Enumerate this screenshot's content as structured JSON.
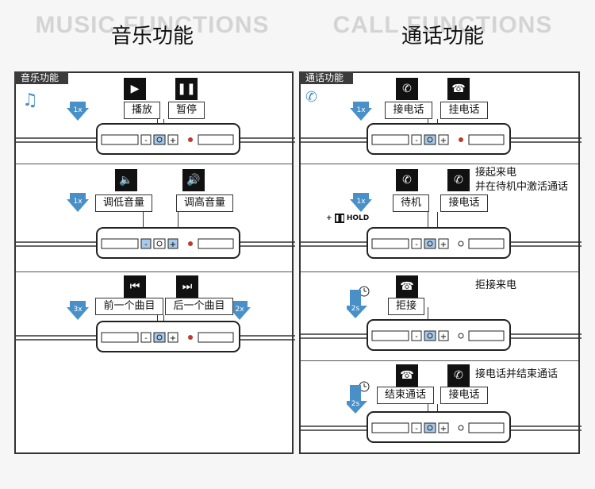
{
  "headers": {
    "music": {
      "background": "MUSIC FUNCTIONS",
      "title": "音乐功能"
    },
    "call": {
      "background": "CALL FUNCTIONS",
      "title": "通话功能"
    }
  },
  "music_panel": {
    "tag": "音乐功能",
    "sections": [
      {
        "press": "1x",
        "left_label": "播放",
        "right_label": "暂停"
      },
      {
        "press": "1x",
        "left_label": "调低音量",
        "right_label": "调高音量"
      },
      {
        "press_left": "3x",
        "press_right": "2x",
        "left_label": "前一个曲目",
        "right_label": "后一个曲目"
      }
    ]
  },
  "call_panel": {
    "tag": "通话功能",
    "sections": [
      {
        "press": "1x",
        "left_label": "接电话",
        "right_label": "挂电话"
      },
      {
        "press": "1x",
        "hold_text": "HOLD",
        "left_label": "待机",
        "right_label": "接电话",
        "note_line1": "接起来电",
        "note_line2": "并在待机中激活通话"
      },
      {
        "press": "2s",
        "left_label": "拒接",
        "note": "拒接来电"
      },
      {
        "press": "2s",
        "left_label": "结束通话",
        "right_label": "接电话",
        "note": "接电话并结束通话"
      }
    ]
  },
  "colors": {
    "accent_blue": "#4a90c8",
    "button_blue": "#a9c9e8",
    "frame": "#333333"
  }
}
